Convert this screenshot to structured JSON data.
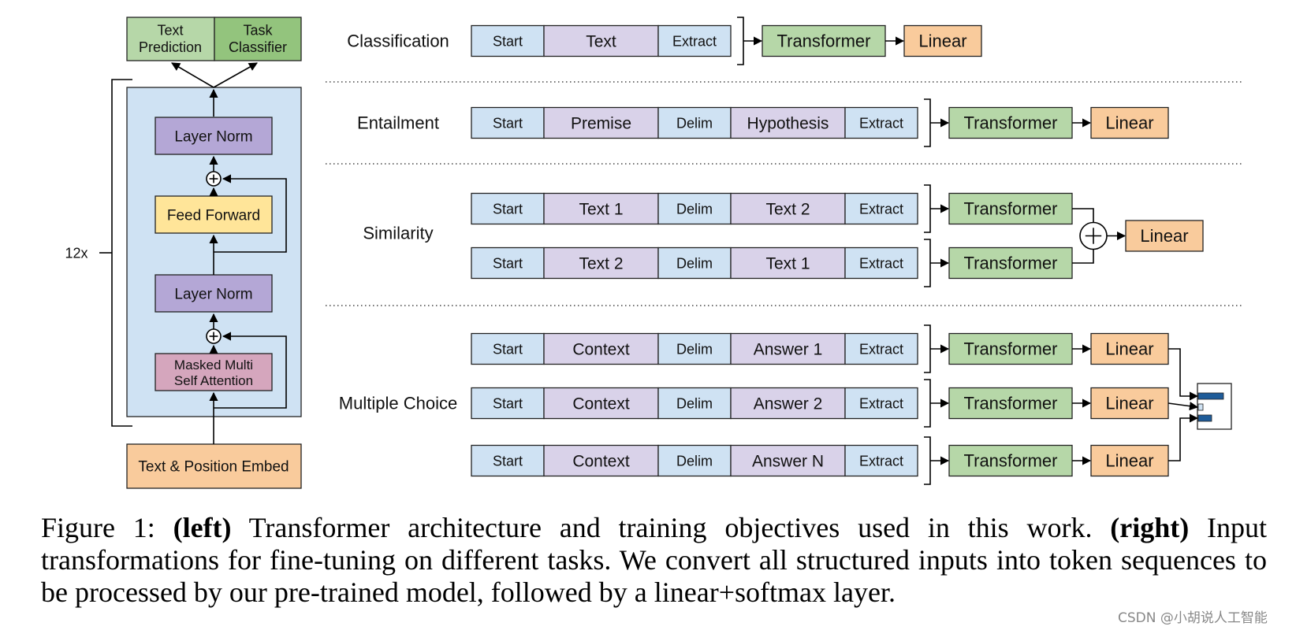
{
  "colors": {
    "token_blue": "#cfe2f3",
    "token_purple": "#d9d2e9",
    "transformer_green": "#b6d7a8",
    "linear_orange": "#f9cb9c",
    "block_bg": "#cfe2f3",
    "layer_norm": "#b4a7d6",
    "feed_forward": "#ffe599",
    "attention": "#d5a6bd",
    "embed": "#f9cb9c",
    "head_light": "#b6d7a8",
    "head_dark": "#93c47d",
    "bar": "#1f5c99"
  },
  "left": {
    "heads": [
      "Text\nPrediction",
      "Task\nClassifier"
    ],
    "layer_norm_top": "Layer Norm",
    "feed_forward": "Feed Forward",
    "layer_norm_bottom": "Layer Norm",
    "attention": "Masked Multi\nSelf Attention",
    "embed": "Text & Position Embed",
    "repeat": "12x"
  },
  "right": {
    "transformer_label": "Transformer",
    "linear_label": "Linear",
    "tasks": [
      {
        "name": "Classification",
        "rows": [
          [
            "Start",
            "Text",
            "Extract"
          ]
        ]
      },
      {
        "name": "Entailment",
        "rows": [
          [
            "Start",
            "Premise",
            "Delim",
            "Hypothesis",
            "Extract"
          ]
        ]
      },
      {
        "name": "Similarity",
        "rows": [
          [
            "Start",
            "Text 1",
            "Delim",
            "Text 2",
            "Extract"
          ],
          [
            "Start",
            "Text 2",
            "Delim",
            "Text 1",
            "Extract"
          ]
        ]
      },
      {
        "name": "Multiple Choice",
        "rows": [
          [
            "Start",
            "Context",
            "Delim",
            "Answer 1",
            "Extract"
          ],
          [
            "Start",
            "Context",
            "Delim",
            "Answer 2",
            "Extract"
          ],
          [
            "Start",
            "Context",
            "Delim",
            "Answer N",
            "Extract"
          ]
        ]
      }
    ]
  },
  "caption": {
    "prefix": "Figure 1: ",
    "left_tag": "(left)",
    "left_text": " Transformer architecture and training objectives used in this work. ",
    "right_tag": "(right)",
    "right_text": " Input transformations for fine-tuning on different tasks.  We convert all structured inputs into token sequences to be processed by our pre-trained model, followed by a linear+softmax layer."
  },
  "watermark": "CSDN @小胡说人工智能"
}
